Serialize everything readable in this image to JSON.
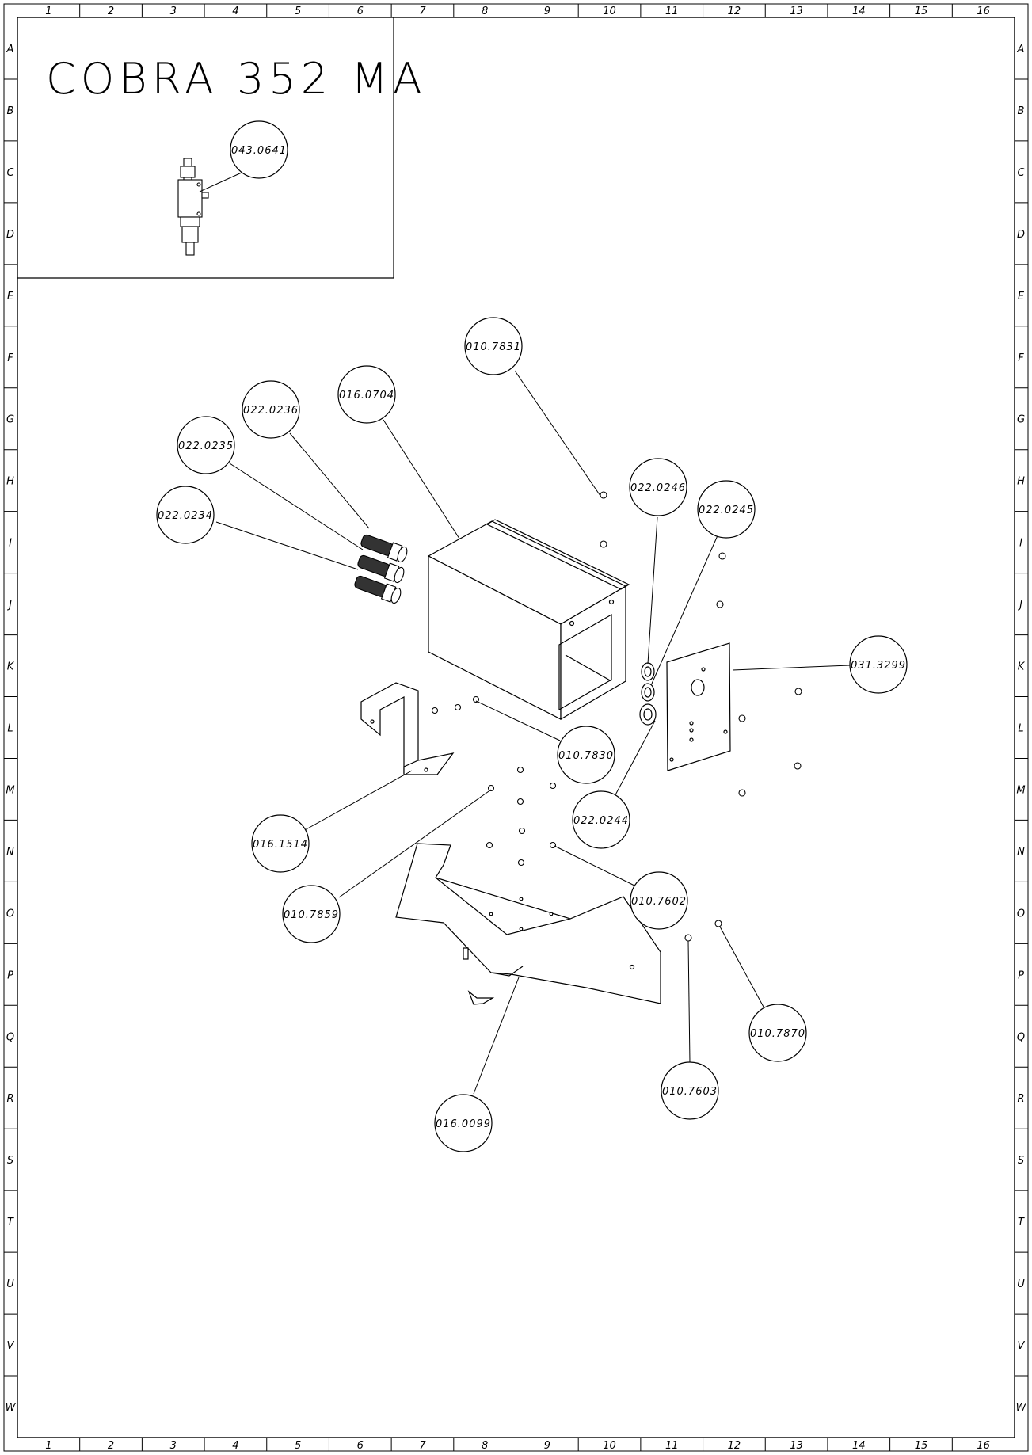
{
  "title": "COBRA 352 MA",
  "columns": [
    "1",
    "2",
    "3",
    "4",
    "5",
    "6",
    "7",
    "8",
    "9",
    "10",
    "11",
    "12",
    "13",
    "14",
    "15",
    "16"
  ],
  "rows": [
    "A",
    "B",
    "C",
    "D",
    "E",
    "F",
    "G",
    "H",
    "I",
    "J",
    "K",
    "L",
    "M",
    "N",
    "O",
    "P",
    "Q",
    "R",
    "S",
    "T",
    "U",
    "V",
    "W"
  ],
  "callouts": [
    {
      "id": "c-0430641",
      "label": "043.0641"
    },
    {
      "id": "c-0107831",
      "label": "010.7831"
    },
    {
      "id": "c-0160704",
      "label": "016.0704"
    },
    {
      "id": "c-0220236",
      "label": "022.0236"
    },
    {
      "id": "c-0220235",
      "label": "022.0235"
    },
    {
      "id": "c-0220234",
      "label": "022.0234"
    },
    {
      "id": "c-0220246",
      "label": "022.0246"
    },
    {
      "id": "c-0220245",
      "label": "022.0245"
    },
    {
      "id": "c-0313299",
      "label": "031.3299"
    },
    {
      "id": "c-0107830",
      "label": "010.7830"
    },
    {
      "id": "c-0220244",
      "label": "022.0244"
    },
    {
      "id": "c-0161514",
      "label": "016.1514"
    },
    {
      "id": "c-0107859",
      "label": "010.7859"
    },
    {
      "id": "c-0107602",
      "label": "010.7602"
    },
    {
      "id": "c-0107870",
      "label": "010.7870"
    },
    {
      "id": "c-0107603",
      "label": "010.7603"
    },
    {
      "id": "c-0160099",
      "label": "016.0099"
    }
  ]
}
